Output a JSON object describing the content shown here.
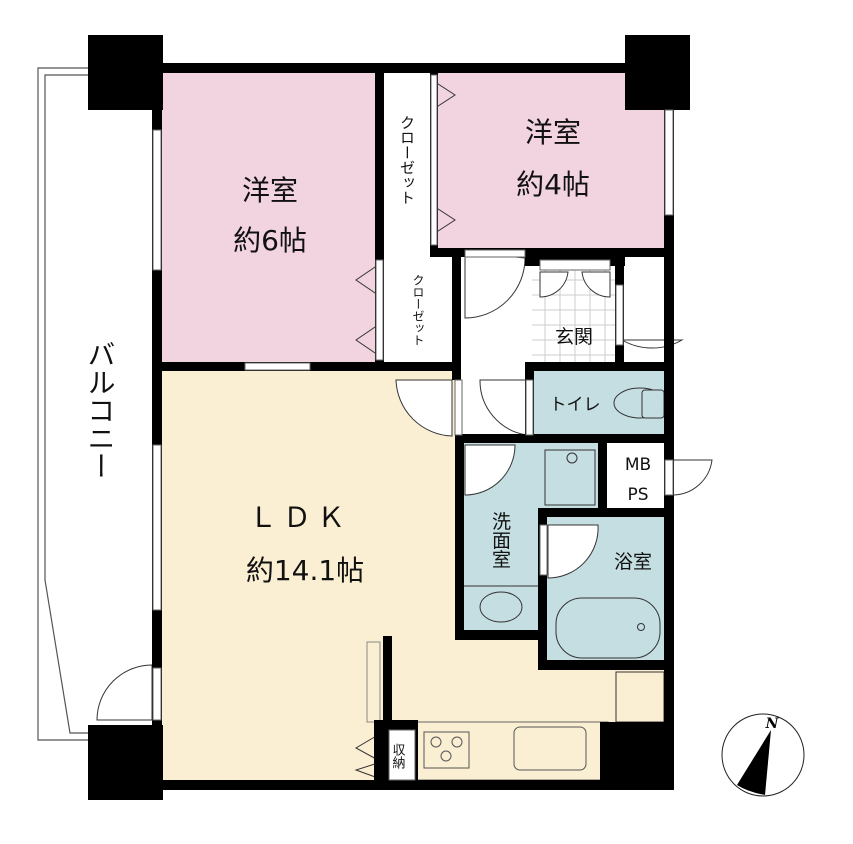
{
  "rooms": {
    "western_room_large": {
      "name": "洋室",
      "size": "約6帖"
    },
    "western_room_small": {
      "name": "洋室",
      "size": "約4帖"
    },
    "ldk": {
      "name": "ＬＤＫ",
      "size": "約14.1帖"
    },
    "closet_1": {
      "name": "クローゼット"
    },
    "closet_2": {
      "name": "クローゼット"
    },
    "entrance": {
      "name": "玄関"
    },
    "toilet": {
      "name": "トイレ"
    },
    "washroom": {
      "name": "洗面室"
    },
    "bathroom": {
      "name": "浴室"
    },
    "mbps": {
      "line1": "MB",
      "line2": "PS"
    },
    "storage": {
      "name": "収納"
    },
    "balcony": {
      "name": "バルコニー"
    }
  },
  "compass": {
    "label": "N"
  },
  "colors": {
    "bedroom": "#f2d3e0",
    "ldk": "#fbefd3",
    "wet": "#c5dee2",
    "wall": "#000000"
  }
}
